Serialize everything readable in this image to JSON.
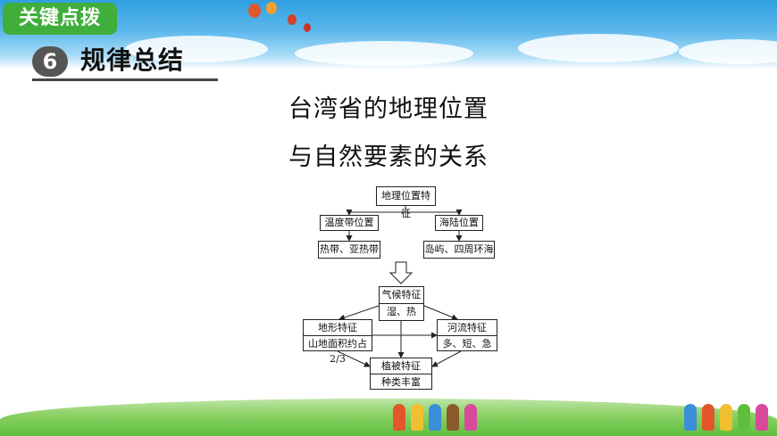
{
  "header": {
    "tab_label": "关键点拨",
    "section_number": "6",
    "section_title": "规律总结"
  },
  "titles": {
    "line1": "台湾省的地理位置",
    "line2": "与自然要素的关系"
  },
  "diagram": {
    "root": "地理位置特征",
    "left_branch": "温度带位置",
    "left_result": "热带、亚热带",
    "right_branch": "海陆位置",
    "right_result": "岛屿、四周环海",
    "climate_title": "气候特征",
    "climate_value": "湿、热",
    "terrain_title": "地形特征",
    "terrain_value": "山地面积约占2/3",
    "river_title": "河流特征",
    "river_value": "多、短、急",
    "vegetation_title": "植被特征",
    "vegetation_value": "种类丰富"
  },
  "colors": {
    "tab_green": "#3fae3a",
    "sky_blue": "#2f9fe0",
    "grass_green": "#5fbf3c"
  }
}
